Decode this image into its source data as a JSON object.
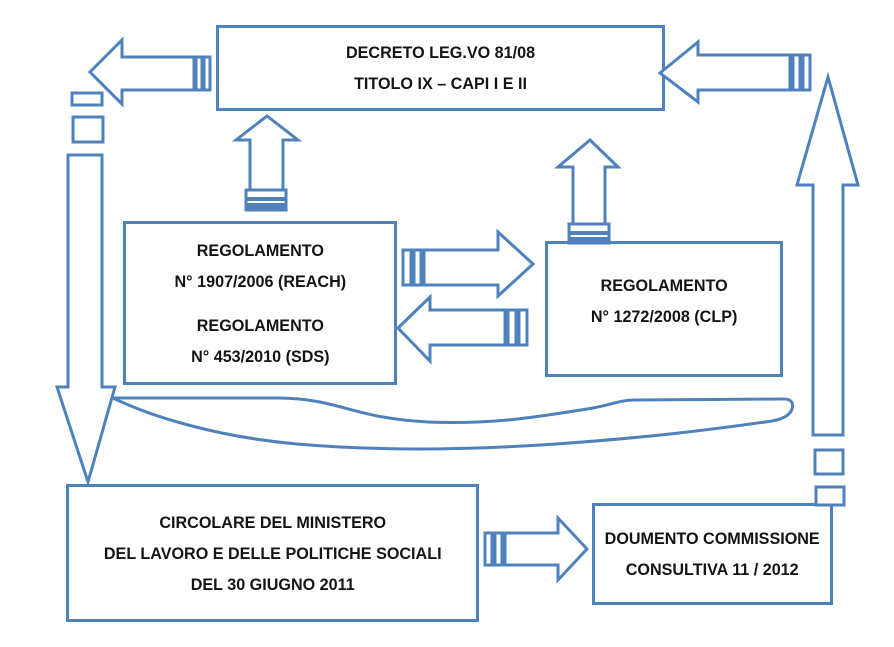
{
  "colors": {
    "accent": "#4f81bd",
    "text": "#141414",
    "background": "#ffffff"
  },
  "boxes": {
    "decreto": {
      "line1": "DECRETO LEG.VO 81/08",
      "line2": "TITOLO IX – CAPI I E II"
    },
    "reach_sds": {
      "line1": "REGOLAMENTO",
      "line2": "N° 1907/2006 (REACH)",
      "line3": "REGOLAMENTO",
      "line4": "N° 453/2010 (SDS)"
    },
    "clp": {
      "line1": "REGOLAMENTO",
      "line2": "N° 1272/2008 (CLP)"
    },
    "circolare": {
      "line1": "CIRCOLARE DEL MINISTERO",
      "line2": "DEL LAVORO E DELLE POLITICHE SOCIALI",
      "line3": "DEL 30 GIUGNO 2011"
    },
    "commissione": {
      "line1": "DOUMENTO COMMISSIONE",
      "line2": "CONSULTIVA 11 / 2012"
    }
  },
  "icons": {
    "top_left_arrow": "block-arrow-left",
    "top_right_arrow": "block-arrow-left",
    "left_down_arrow": "block-arrow-down",
    "right_up_arrow": "block-arrow-up",
    "reach_to_decreto_arrow": "block-arrow-up",
    "clp_to_decreto_arrow": "block-arrow-up",
    "reach_to_clp_arrow": "block-arrow-right",
    "clp_to_reach_arrow": "block-arrow-left",
    "circolare_to_commissione_arrow": "block-arrow-right",
    "curved_band": "crescent-arc"
  }
}
